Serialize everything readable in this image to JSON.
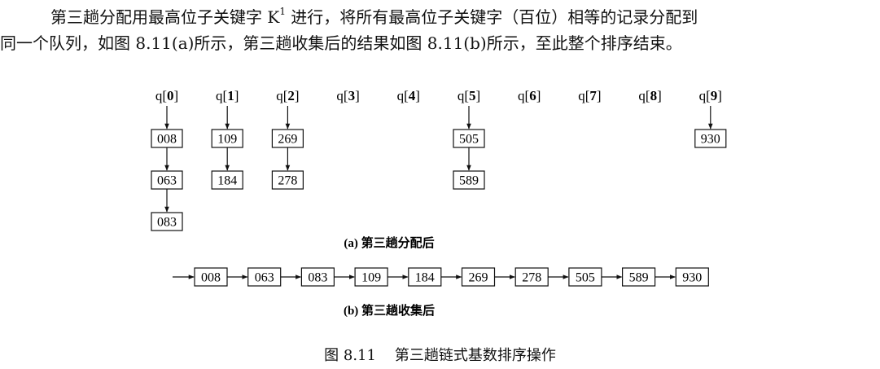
{
  "paragraph": {
    "line1_prefix": "第三趟分配用最高位子关键字 K",
    "line1_sup": "1",
    "line1_suffix": " 进行，将所有最高位子关键字（百位）相等的记录分配到",
    "line2": "同一个队列，如图 8.11(a)所示，第三趟收集后的结果如图 8.11(b)所示，至此整个排序结束。"
  },
  "queues": [
    {
      "prefix": "q[",
      "index": "0",
      "suffix": "]",
      "items": [
        "008",
        "063",
        "083"
      ]
    },
    {
      "prefix": "q[",
      "index": "1",
      "suffix": "]",
      "items": [
        "109",
        "184"
      ]
    },
    {
      "prefix": "q[",
      "index": "2",
      "suffix": "]",
      "items": [
        "269",
        "278"
      ]
    },
    {
      "prefix": "q[",
      "index": "3",
      "suffix": "]",
      "items": []
    },
    {
      "prefix": "q[",
      "index": "4",
      "suffix": "]",
      "items": []
    },
    {
      "prefix": "q[",
      "index": "5",
      "suffix": "]",
      "items": [
        "505",
        "589"
      ]
    },
    {
      "prefix": "q[",
      "index": "6",
      "suffix": "]",
      "items": []
    },
    {
      "prefix": "q[",
      "index": "7",
      "suffix": "]",
      "items": []
    },
    {
      "prefix": "q[",
      "index": "8",
      "suffix": "]",
      "items": []
    },
    {
      "prefix": "q[",
      "index": "9",
      "suffix": "]",
      "items": [
        "930"
      ]
    }
  ],
  "caption_a": "(a) 第三趟分配后",
  "collected": [
    "008",
    "063",
    "083",
    "109",
    "184",
    "269",
    "278",
    "505",
    "589",
    "930"
  ],
  "caption_b": "(b) 第三趟收集后",
  "figure_caption": "图 8.11    第三趟链式基数排序操作"
}
